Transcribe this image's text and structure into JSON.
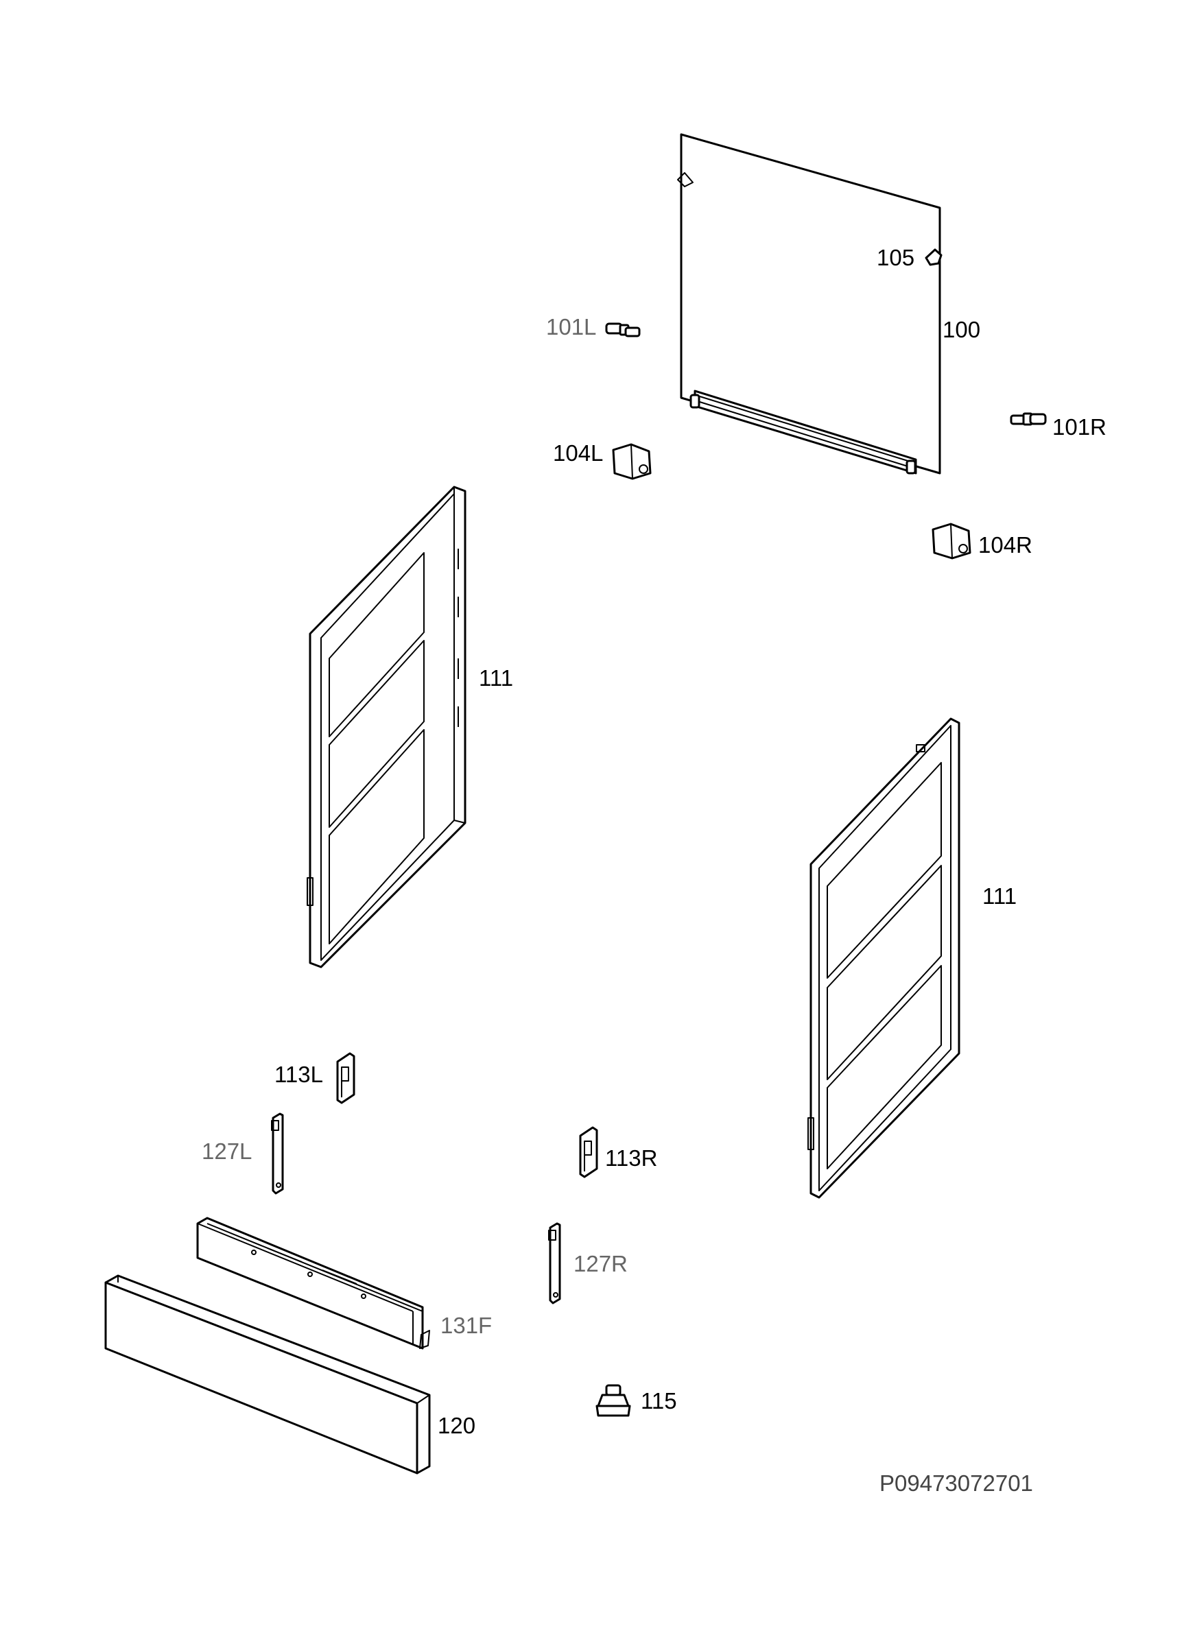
{
  "labels": {
    "p100": "100",
    "p105": "105",
    "p101L": "101L",
    "p101R": "101R",
    "p104L": "104L",
    "p104R": "104R",
    "p111a": "111",
    "p111b": "111",
    "p113L": "113L",
    "p113R": "113R",
    "p127L": "127L",
    "p127R": "127R",
    "p131F": "131F",
    "p115": "115",
    "p120": "120"
  },
  "drawing_code": "P09473072701"
}
